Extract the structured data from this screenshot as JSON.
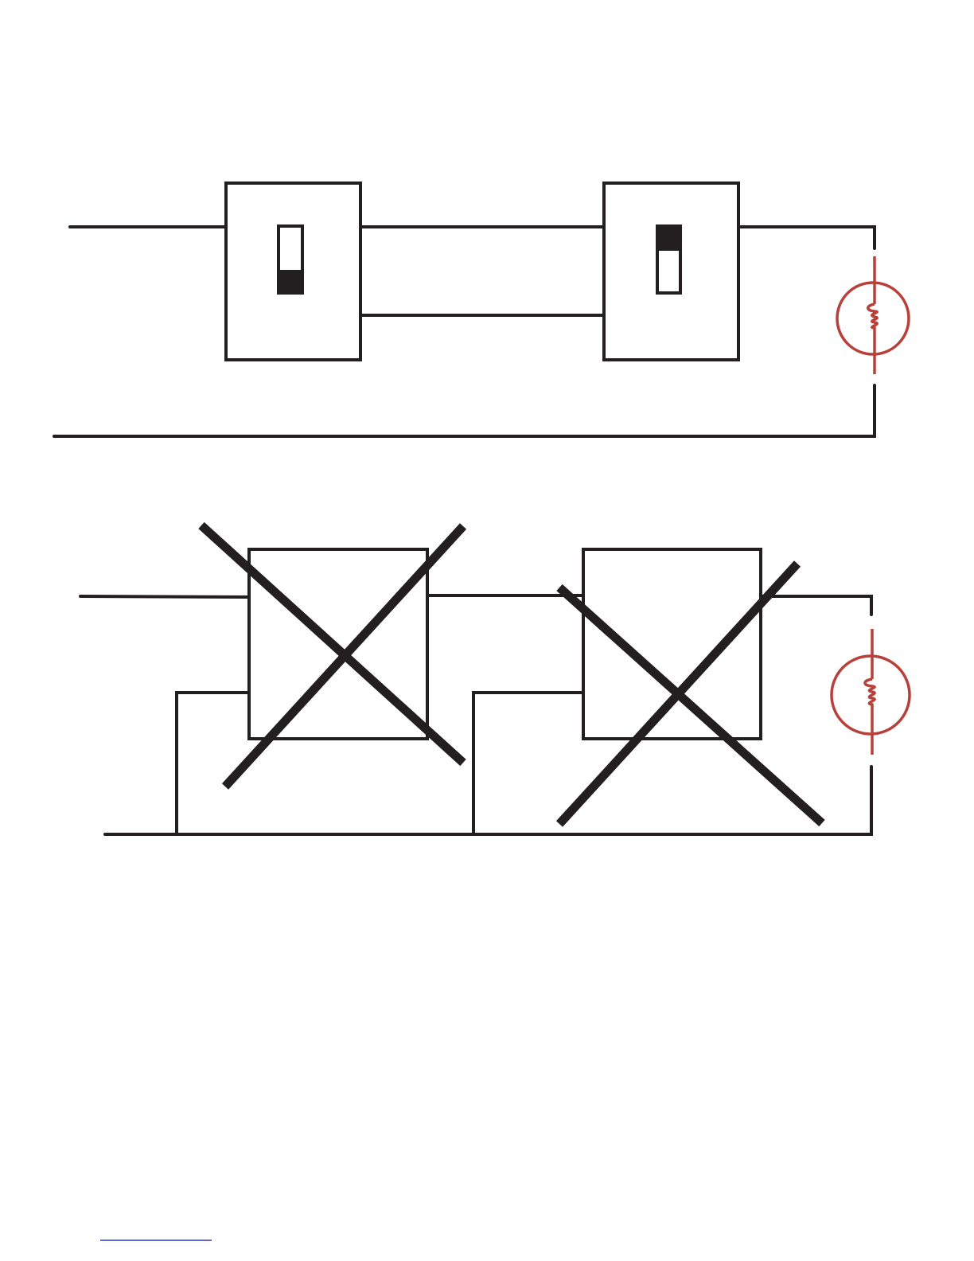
{
  "colors": {
    "background": "#ffffff",
    "wire": "#231f20",
    "lamp": "#b8403a",
    "footer_rule": "#2b35c8"
  },
  "diagram": {
    "correct_circuit": {
      "switches": [
        {
          "id": "switch-1",
          "toggle_position": "down"
        },
        {
          "id": "switch-2",
          "toggle_position": "up"
        }
      ],
      "lamp": {
        "icon": "light-bulb-icon"
      }
    },
    "incorrect_circuit": {
      "marked_wrong": true,
      "switches": [
        {
          "id": "switch-1",
          "crossed_out": true
        },
        {
          "id": "switch-2",
          "crossed_out": true
        }
      ],
      "lamp": {
        "icon": "light-bulb-icon"
      }
    }
  }
}
